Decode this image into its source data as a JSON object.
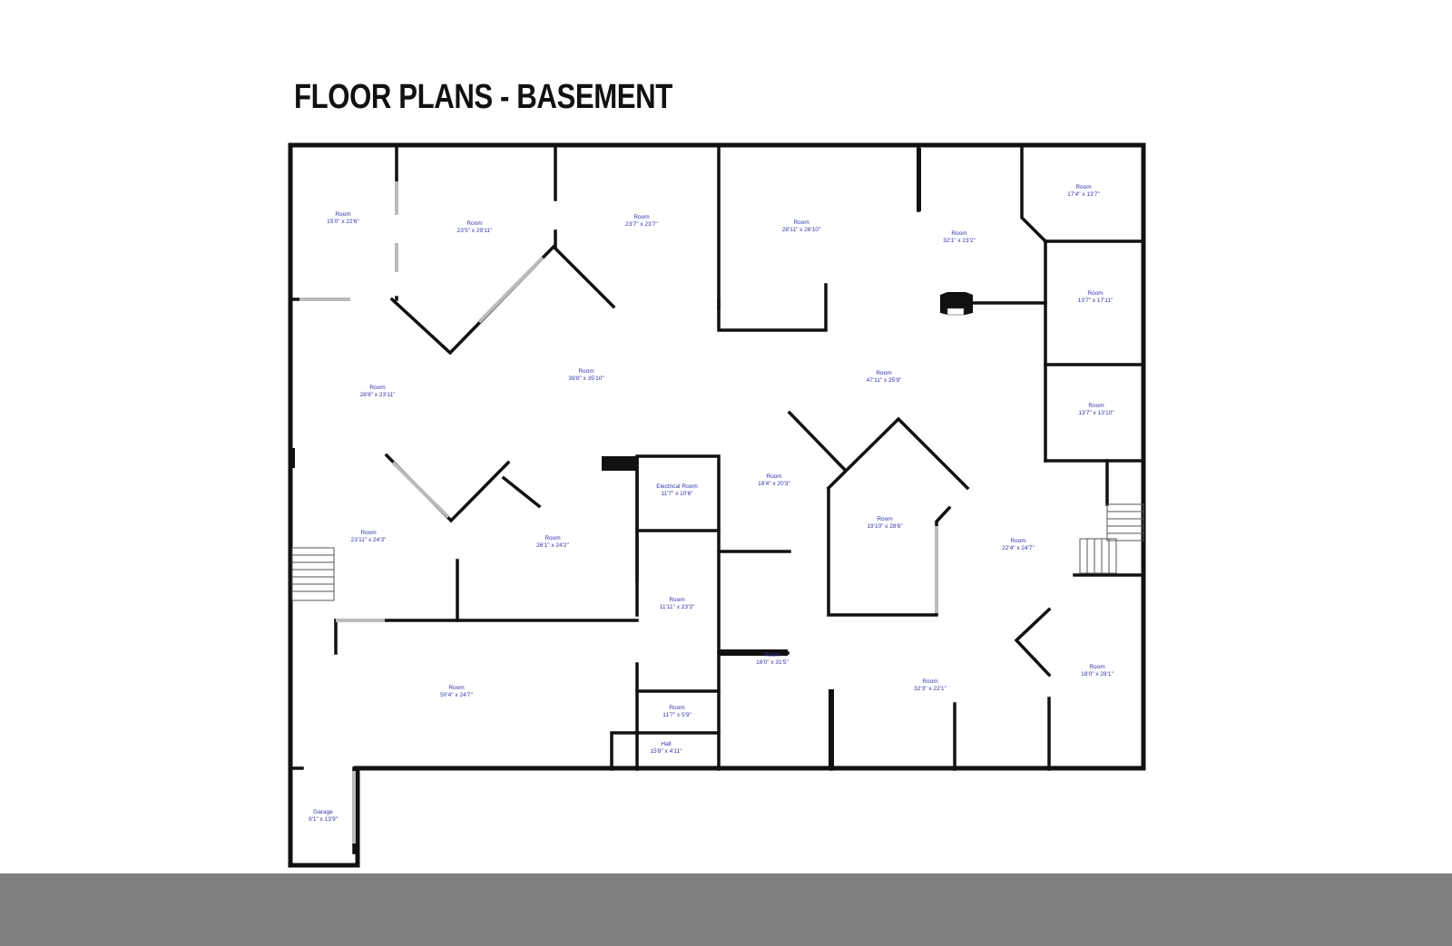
{
  "title": "FLOOR PLANS - BASEMENT",
  "rooms": [
    {
      "name": "Room",
      "dims": "15'0\" x 22'6\""
    },
    {
      "name": "Room",
      "dims": "23'5\" x 29'11\""
    },
    {
      "name": "Room",
      "dims": "23'7\" x 23'7\""
    },
    {
      "name": "Room",
      "dims": "28'11\" x 26'10\""
    },
    {
      "name": "Room",
      "dims": "32'1\" x 23'2\""
    },
    {
      "name": "Room",
      "dims": "17'4\" x 13'7\""
    },
    {
      "name": "Room",
      "dims": "13'7\" x 17'11\""
    },
    {
      "name": "Room",
      "dims": "28'8\" x 23'11\""
    },
    {
      "name": "Room",
      "dims": "39'8\" x 35'10\""
    },
    {
      "name": "Room",
      "dims": "47'11\" x 25'9\""
    },
    {
      "name": "Room",
      "dims": "13'7\" x 13'10\""
    },
    {
      "name": "Electrical Room",
      "dims": "11'7\" x 10'6\""
    },
    {
      "name": "Room",
      "dims": "18'4\" x 20'3\""
    },
    {
      "name": "Room",
      "dims": "19'10\" x 28'6\""
    },
    {
      "name": "Room",
      "dims": "23'11\" x 24'3\""
    },
    {
      "name": "Room",
      "dims": "26'1\" x 24'2\""
    },
    {
      "name": "Room",
      "dims": "22'4\" x 24'7\""
    },
    {
      "name": "Room",
      "dims": "11'11\" x 23'3\""
    },
    {
      "name": "Room",
      "dims": "16'0\" x 31'5\""
    },
    {
      "name": "Room",
      "dims": "18'0\" x 28'1\""
    },
    {
      "name": "Room",
      "dims": "50'4\" x 24'7\""
    },
    {
      "name": "Room",
      "dims": "32'3\" x 22'1\""
    },
    {
      "name": "Room",
      "dims": "11'7\" x 5'9\""
    },
    {
      "name": "Hall",
      "dims": "15'8\" x 4'11\""
    },
    {
      "name": "Garage",
      "dims": "9'1\" x 13'9\""
    }
  ]
}
